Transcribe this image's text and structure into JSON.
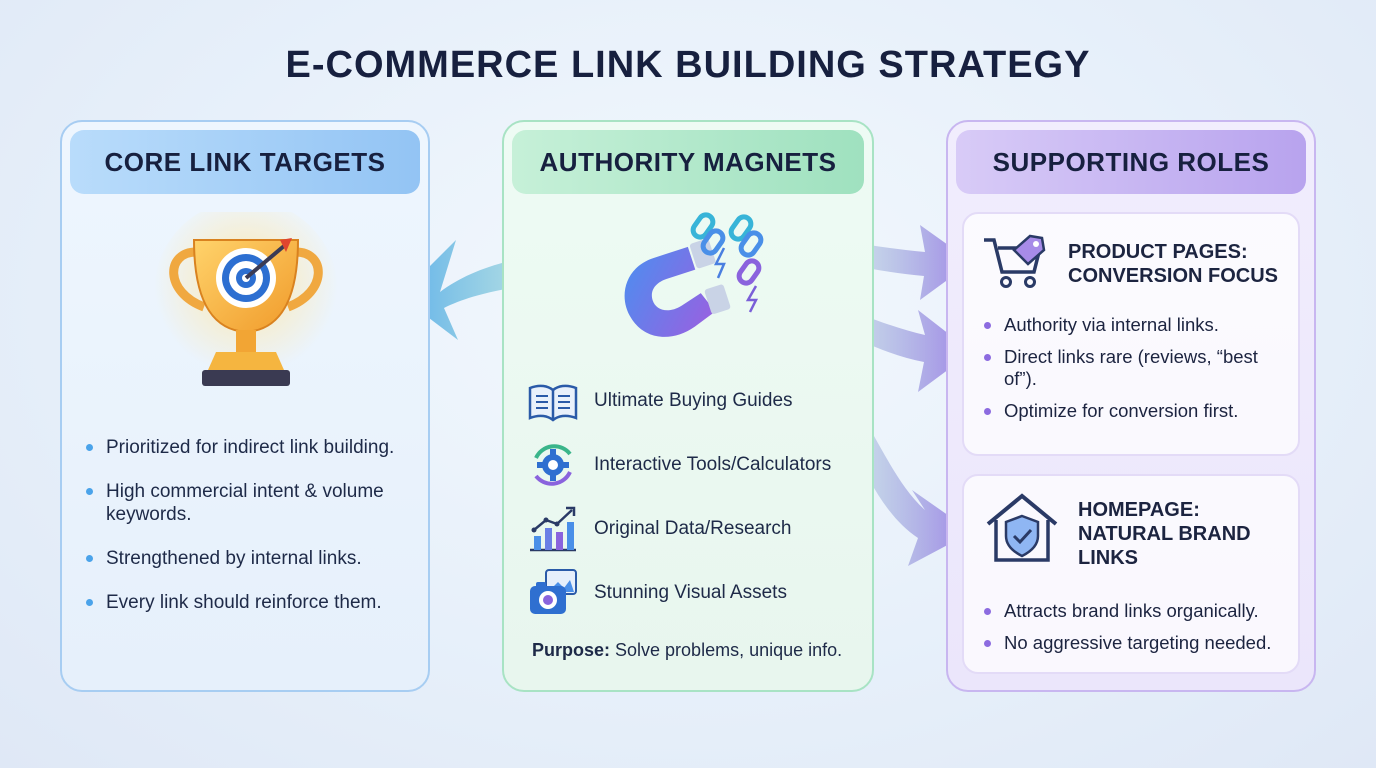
{
  "title": "E-COMMERCE LINK BUILDING STRATEGY",
  "panels": {
    "left": {
      "heading": "CORE LINK TARGETS",
      "bullets": [
        "Prioritized for indirect link building.",
        "High commercial intent & volume keywords.",
        "Strengthened by internal links.",
        "Every link should reinforce them."
      ]
    },
    "middle": {
      "heading": "AUTHORITY MAGNETS",
      "items": [
        {
          "label": "Ultimate Buying Guides",
          "icon": "open-book-icon"
        },
        {
          "label": "Interactive Tools/Calculators",
          "icon": "gear-cycle-icon"
        },
        {
          "label": "Original Data/Research",
          "icon": "bar-chart-icon"
        },
        {
          "label": "Stunning Visual Assets",
          "icon": "camera-images-icon"
        }
      ],
      "purpose_label": "Purpose:",
      "purpose_text": " Solve problems, unique info."
    },
    "right": {
      "heading": "SUPPORTING ROLES",
      "product": {
        "title_line1": "PRODUCT PAGES:",
        "title_line2": "CONVERSION FOCUS",
        "bullets": [
          "Authority via internal links.",
          "Direct links rare (reviews, “best of”).",
          "Optimize for conversion first."
        ]
      },
      "homepage": {
        "title_line1": "HOMEPAGE:",
        "title_line2": "NATURAL BRAND",
        "title_line3": "LINKS",
        "bullets": [
          "Attracts brand links organically.",
          "No aggressive targeting needed."
        ]
      }
    }
  },
  "icons": [
    "trophy-target-icon",
    "magnet-icon",
    "chain-link-icon",
    "shopping-cart-icon",
    "house-shield-icon"
  ],
  "colors": {
    "blue": "#4aa3ea",
    "green": "#6fd3a0",
    "purple": "#8c6be0",
    "title": "#17203f"
  }
}
